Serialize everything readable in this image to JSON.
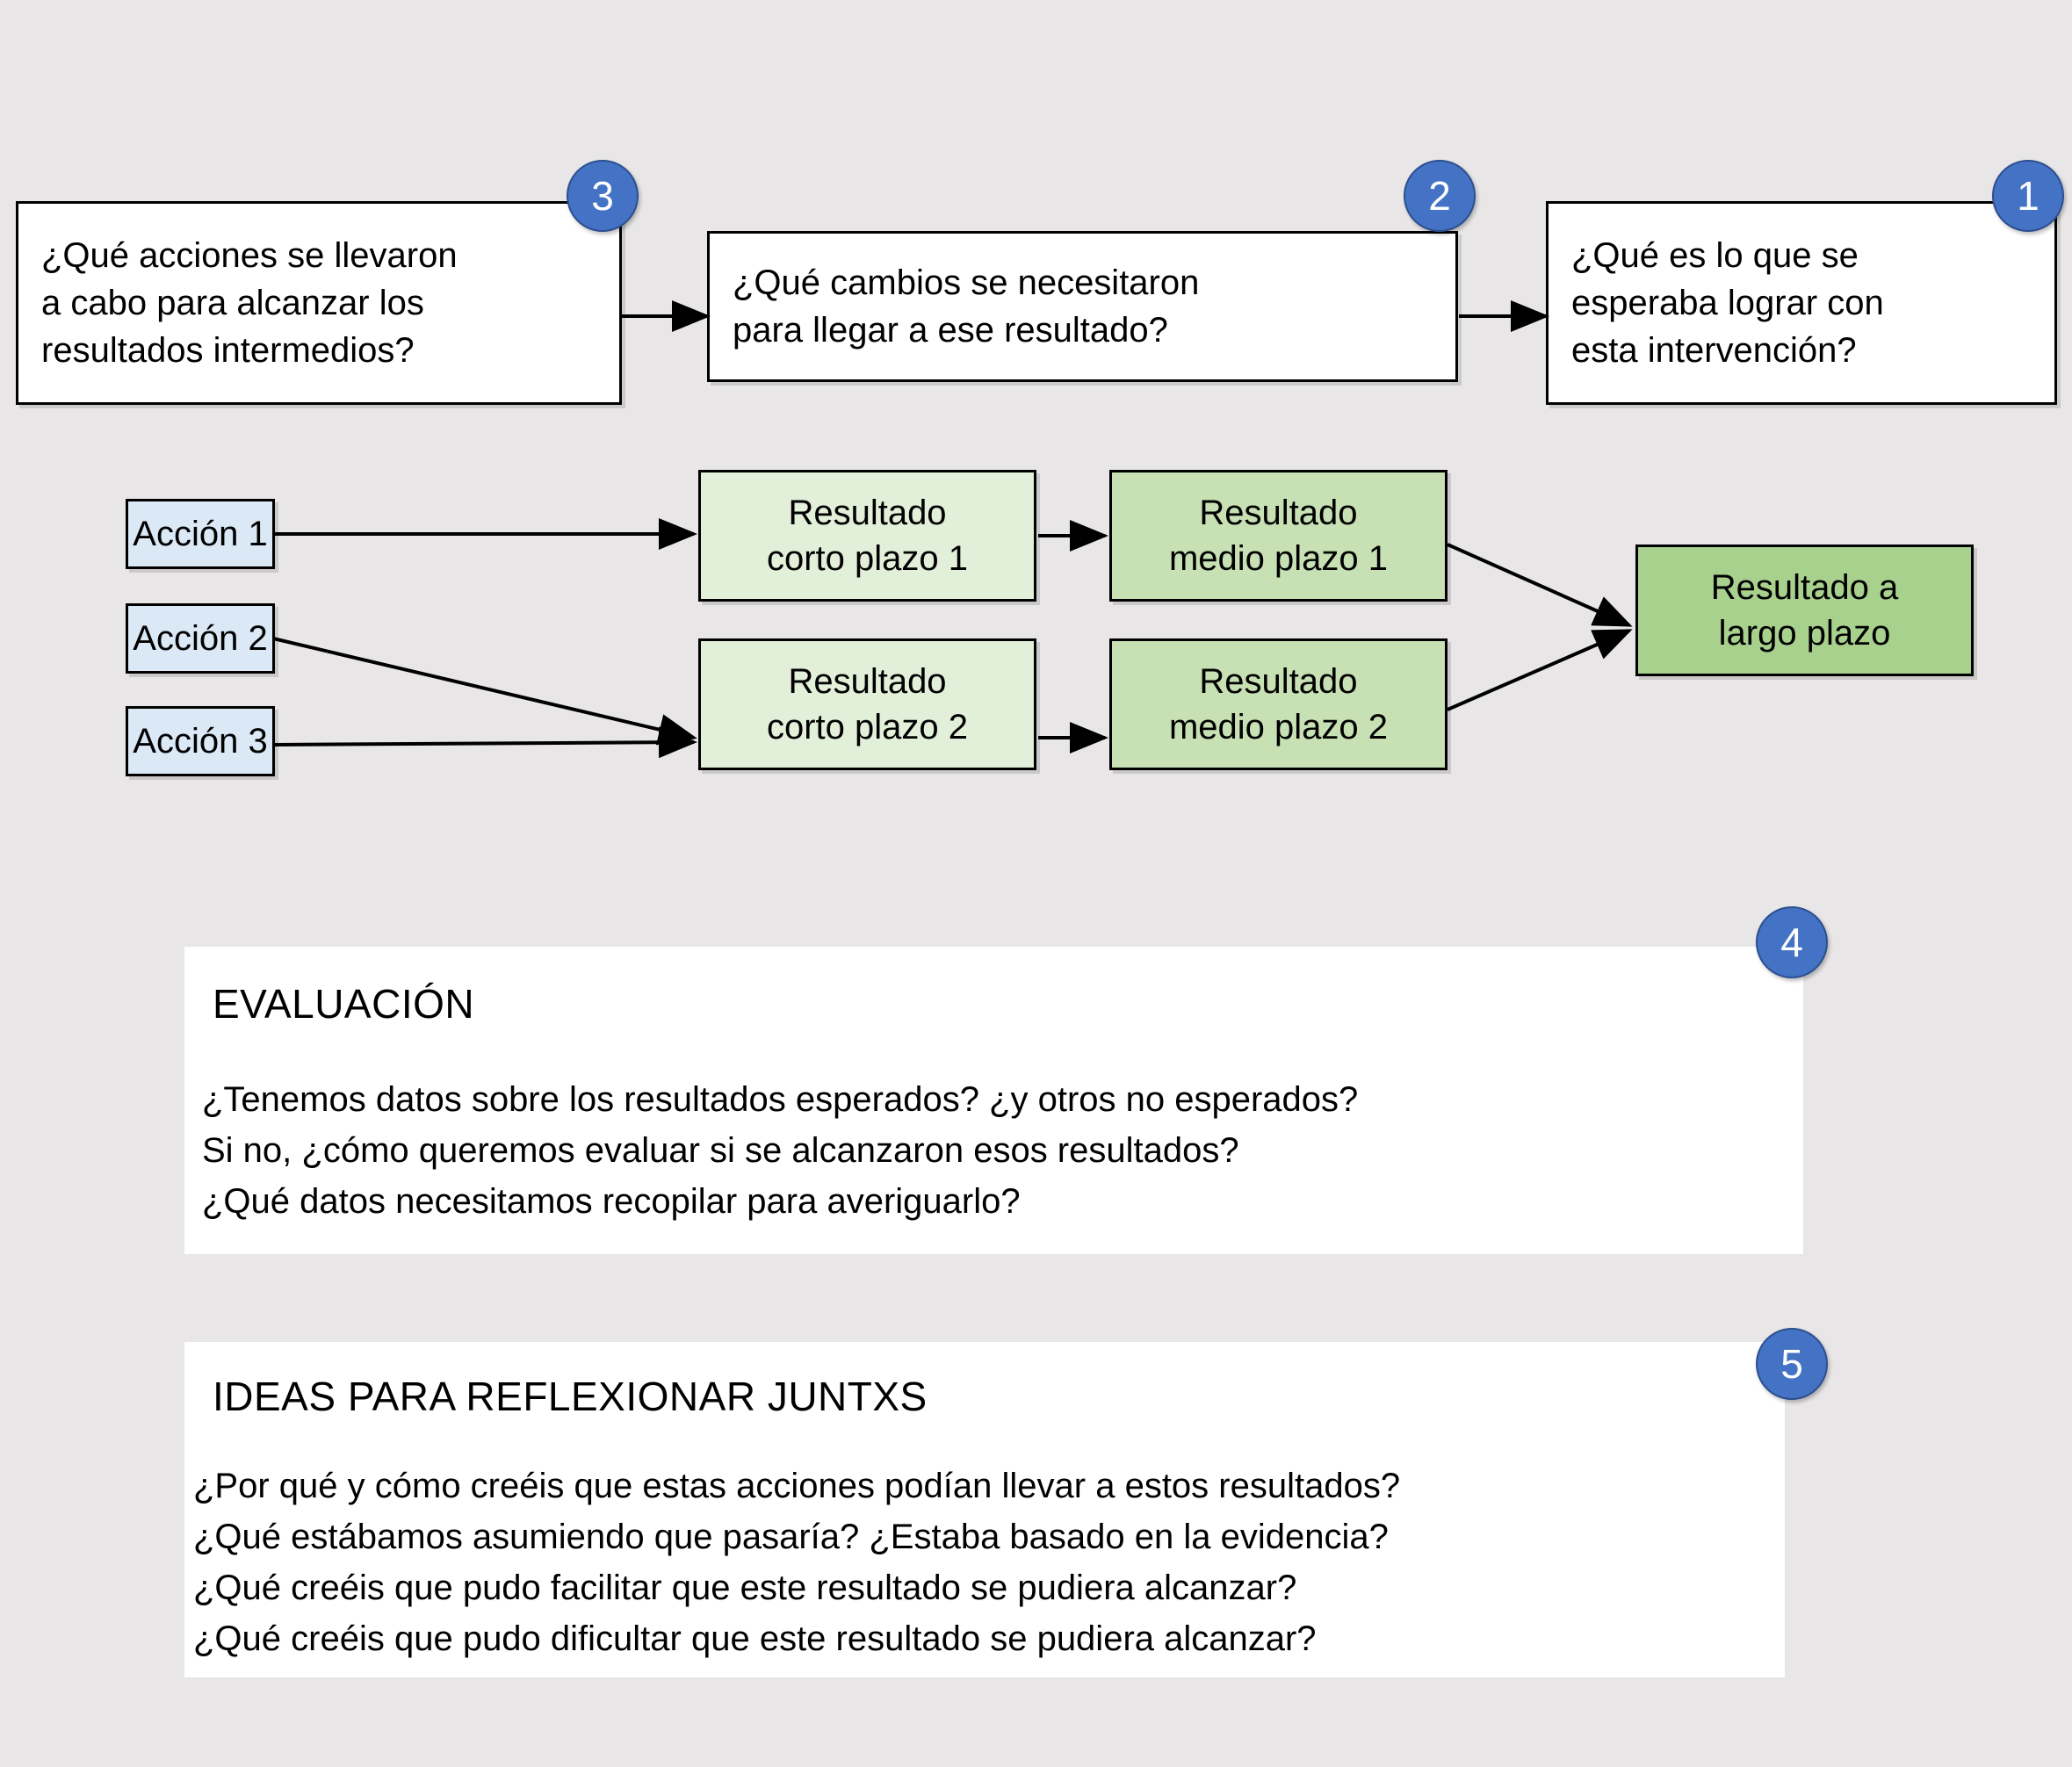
{
  "questions": [
    {
      "id": "q3",
      "badge": "3",
      "text": "¿Qué acciones se llevaron\na cabo para alcanzar los\nresultados intermedios?"
    },
    {
      "id": "q2",
      "badge": "2",
      "text": "¿Qué cambios se necesitaron\npara llegar a ese resultado?"
    },
    {
      "id": "q1",
      "badge": "1",
      "text": "¿Qué es lo que se\nesperaba lograr con\nesta intervención?"
    }
  ],
  "flow": {
    "actions": [
      {
        "label": "Acción 1"
      },
      {
        "label": "Acción 2"
      },
      {
        "label": "Acción 3"
      }
    ],
    "short_term": [
      {
        "label": "Resultado\ncorto plazo 1"
      },
      {
        "label": "Resultado\ncorto plazo 2"
      }
    ],
    "mid_term": [
      {
        "label": "Resultado\nmedio plazo 1"
      },
      {
        "label": "Resultado\nmedio plazo 2"
      }
    ],
    "long_term": {
      "label": "Resultado a\nlargo plazo"
    }
  },
  "panels": [
    {
      "id": "evaluacion",
      "badge": "4",
      "title": "EVALUACIÓN",
      "lines": [
        "¿Tenemos datos sobre los resultados esperados? ¿y otros no esperados?",
        "Si no, ¿cómo queremos evaluar si se alcanzaron esos resultados?",
        "¿Qué datos necesitamos recopilar para averiguarlo?"
      ]
    },
    {
      "id": "ideas",
      "badge": "5",
      "title": "IDEAS PARA REFLEXIONAR JUNTXS",
      "lines": [
        "¿Por qué y cómo creéis que estas acciones podían llevar a estos resultados?",
        "¿Qué estábamos asumiendo que pasaría? ¿Estaba basado en la evidencia?",
        "¿Qué creéis que pudo facilitar que este resultado se pudiera alcanzar?",
        "¿Qué creéis que pudo dificultar que este resultado se pudiera alcanzar?"
      ]
    }
  ],
  "colors": {
    "background": "#e8e6e6",
    "badge": "#4472c4",
    "action_fill": "#dbe8f6",
    "short_term_fill": "#e2efd9",
    "mid_term_fill": "#c7e0b4",
    "long_term_fill": "#a9d18e",
    "panel_fill": "#ffffff",
    "stroke": "#000000"
  }
}
